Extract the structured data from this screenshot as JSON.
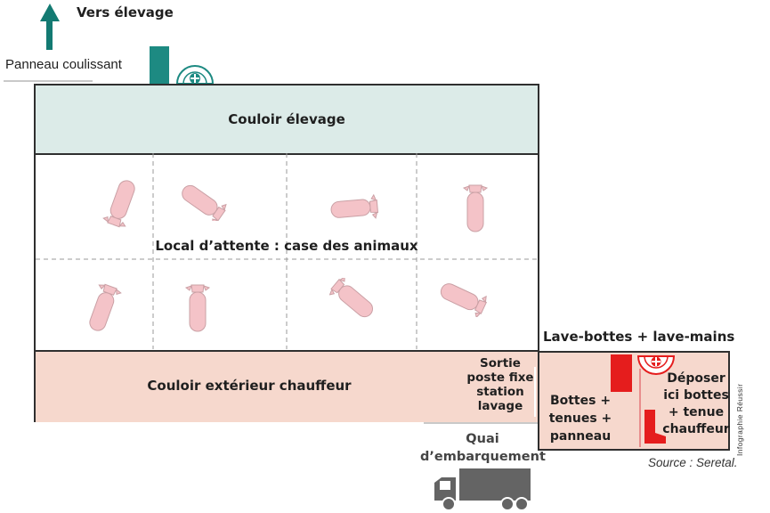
{
  "top": {
    "direction_label": "Vers élevage",
    "sliding_panel_label": "Panneau coulissant"
  },
  "zones": {
    "couloir_elevage": "Couloir élevage",
    "local_attente": "Local d’attente : case des animaux",
    "couloir_exterieur": "Couloir extérieur chauffeur",
    "sortie": [
      "Sortie",
      "poste fixe",
      "station",
      "lavage"
    ],
    "quai": [
      "Quai",
      "d’embarquement"
    ]
  },
  "lave_room": {
    "title": "Lave-bottes + lave-mains",
    "left_label": [
      "Bottes +",
      "tenues +",
      "panneau"
    ],
    "right_label": [
      "Déposer",
      "ici bottes",
      "+ tenue",
      "chauffeur"
    ]
  },
  "source": "Source : Seretal.",
  "credit": "Infographie Réussir",
  "colors": {
    "teal": "#137a72",
    "couloir_elevage_fill": "#dcebe8",
    "couloir_exterieur_fill": "#f6d8cd",
    "red": "#e51d1d",
    "pig": "#f4c3c8",
    "truck": "#646464"
  },
  "icons": [
    "up-arrow-icon",
    "door-icon",
    "sink-icon",
    "pig-icon",
    "boot-icon",
    "truck-icon"
  ]
}
